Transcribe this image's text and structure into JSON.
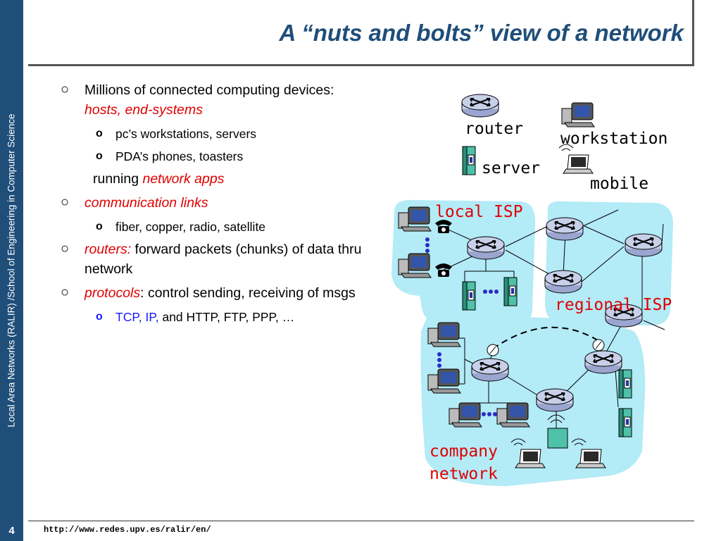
{
  "sidebar": {
    "text": "Local Area Networks (RALIR) /School of Engineering in Computer Science",
    "page": "4"
  },
  "title": "A “nuts and bolts” view of a network",
  "bullets": {
    "b1_text": "Millions of connected computing devices: ",
    "b1_red": "hosts, end-systems",
    "b1_sub1": "pc’s workstations, servers",
    "b1_sub2": "PDA’s phones, toasters",
    "running_text": "running ",
    "running_red": "network apps",
    "b2_red": "communication links",
    "b2_sub1": "fiber, copper, radio, satellite",
    "b3_red": "routers:",
    "b3_text": " forward packets (chunks) of data thru network",
    "b4_red": "protocols",
    "b4_text": ": control sending, receiving of msgs",
    "b4_sub_blue": "TCP, IP,",
    "b4_sub_text": " and HTTP, FTP,  PPP, …"
  },
  "diagram": {
    "legend": {
      "router": "router",
      "workstation": "workstation",
      "server": "server",
      "mobile": "mobile"
    },
    "labels": {
      "local_isp": "local ISP",
      "regional_isp": "regional ISP",
      "company_line1": "company",
      "company_line2": "network"
    },
    "colors": {
      "cloud": "#b3ebf7",
      "router": "#c7cfe9",
      "red_label": "#e00000"
    }
  },
  "footer": {
    "url": "http://www.redes.upv.es/ralir/en/"
  }
}
